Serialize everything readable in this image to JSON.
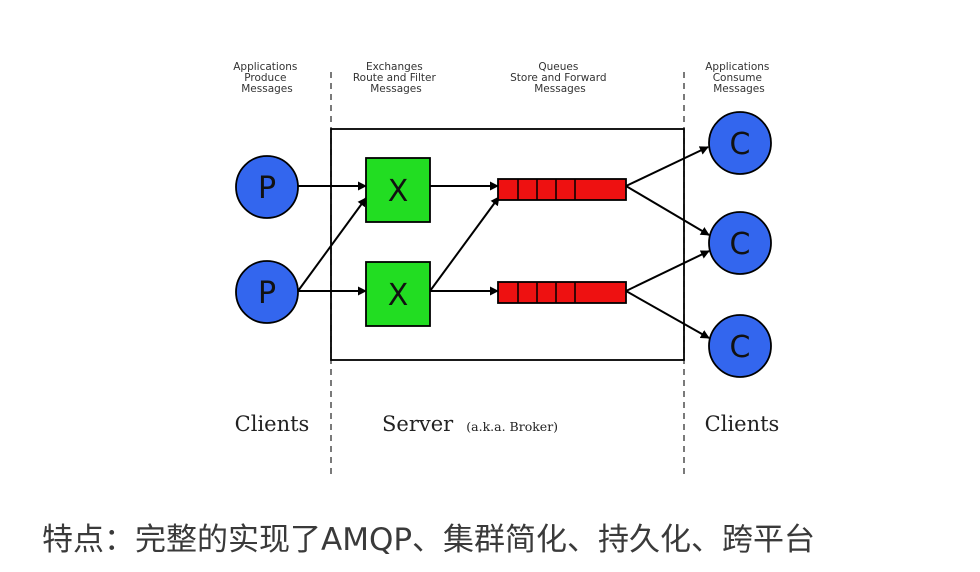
{
  "columns": {
    "producers": [
      "Applications",
      "Produce",
      "Messages"
    ],
    "exchanges": [
      "Exchanges",
      "Route and Filter",
      "Messages"
    ],
    "queues": [
      "Queues",
      "Store and Forward",
      "Messages"
    ],
    "consumers": [
      "Applications",
      "Consume",
      "Messages"
    ]
  },
  "nodes": {
    "producer_letter": "P",
    "exchange_letter": "X",
    "consumer_letter": "C"
  },
  "labels": {
    "clients_left": "Clients",
    "server": "Server",
    "server_aka": "(a.k.a. Broker)",
    "clients_right": "Clients"
  },
  "colors": {
    "producer": "#3366ee",
    "exchange": "#22dd22",
    "queue": "#ee1111",
    "consumer": "#3366ee"
  },
  "caption": "特点：完整的实现了AMQP、集群简化、持久化、跨平台"
}
